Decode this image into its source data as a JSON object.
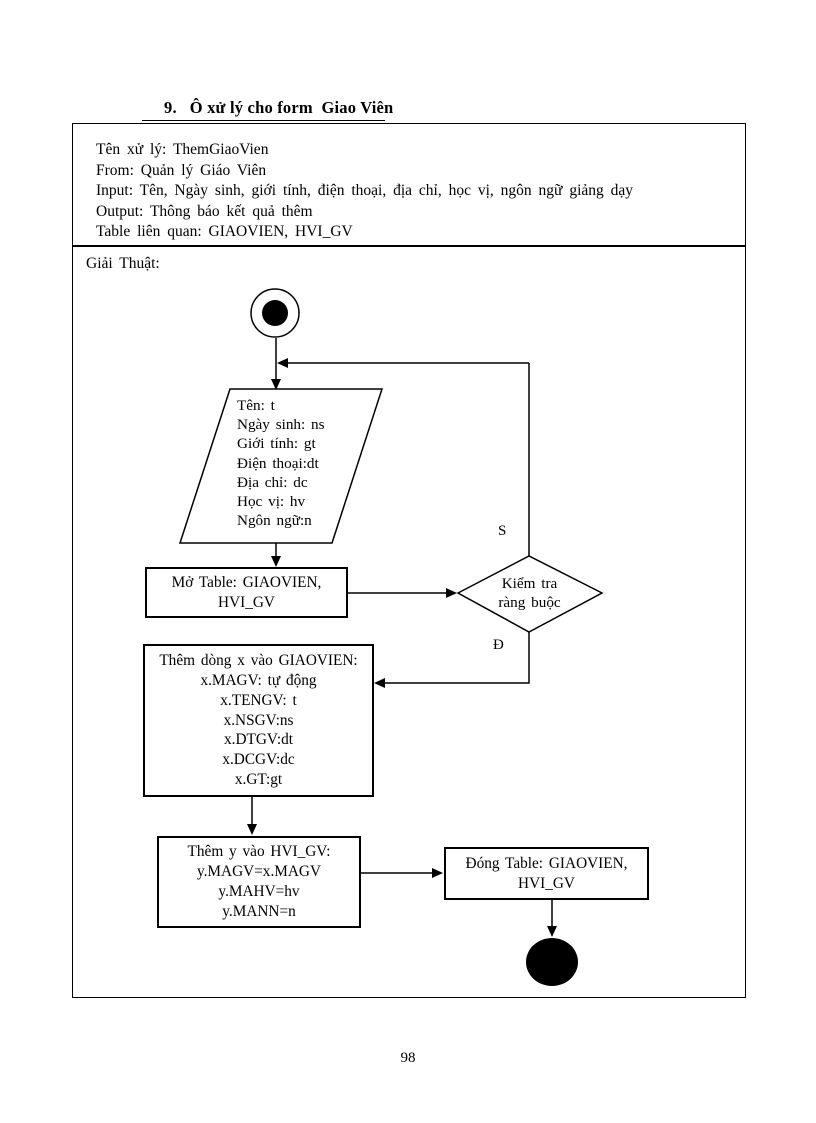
{
  "page": {
    "heading": "9.   Ô xử lý cho form  Giao Viên",
    "page_number": "98"
  },
  "info_box": {
    "lines": [
      "Tên xử lý: ThemGiaoVien",
      "From: Quản lý Giáo Viên",
      "Input: Tên, Ngày sinh, giới tính, điện thoại, địa chỉ, học vị, ngôn ngữ giảng dạy",
      "Output: Thông báo kết quả thêm",
      "Table liên quan: GIAOVIEN, HVI_GV"
    ]
  },
  "algorithm": {
    "label": "Giải Thuật:",
    "input_shape": {
      "lines": [
        "Tên: t",
        "Ngày sinh: ns",
        "Giới tính: gt",
        "Điện thoại:dt",
        "Địa chỉ: dc",
        "Học vị: hv",
        "Ngôn ngữ:n"
      ]
    },
    "open_table": {
      "lines": [
        "Mở Table: GIAOVIEN,",
        "HVI_GV"
      ]
    },
    "decision": {
      "lines": [
        "Kiểm tra",
        "ràng buộc"
      ],
      "branch_false": "S",
      "branch_true": "Đ"
    },
    "add_row_x": {
      "lines": [
        "Thêm dòng x vào GIAOVIEN:",
        "x.MAGV: tự động",
        "x.TENGV: t",
        "x.NSGV:ns",
        "x.DTGV:dt",
        "x.DCGV:dc",
        "x.GT:gt"
      ]
    },
    "add_row_y": {
      "lines": [
        "Thêm y vào HVI_GV:",
        "y.MAGV=x.MAGV",
        "y.MAHV=hv",
        "y.MANN=n"
      ]
    },
    "close_table": {
      "lines": [
        "Đóng Table: GIAOVIEN,",
        "HVI_GV"
      ]
    }
  },
  "colors": {
    "ink": "#000000",
    "paper": "#ffffff"
  }
}
